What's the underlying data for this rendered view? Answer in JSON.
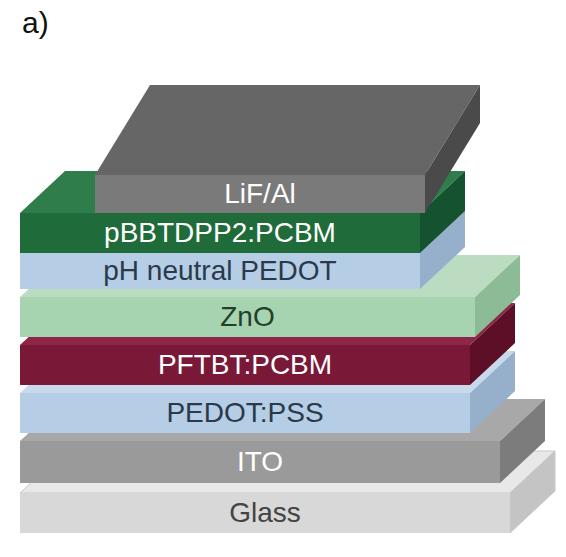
{
  "diagram": {
    "nodes": [
      {
        "text": [
          "LiF/Al"
        ]
      },
      {
        "text": [
          "pBBTDPP2:PCBM"
        ]
      },
      {
        "text": [
          "pH neutral PEDOT"
        ]
      },
      {
        "text": [
          "ZnO"
        ]
      },
      {
        "text": [
          "PFTBT:PCBM"
        ]
      },
      {
        "text": [
          "PEDOT:PSS"
        ]
      },
      {
        "text": [
          "ITO"
        ]
      },
      {
        "text": [
          "Glass"
        ]
      }
    ],
    "labels": [
      "a)"
    ]
  }
}
